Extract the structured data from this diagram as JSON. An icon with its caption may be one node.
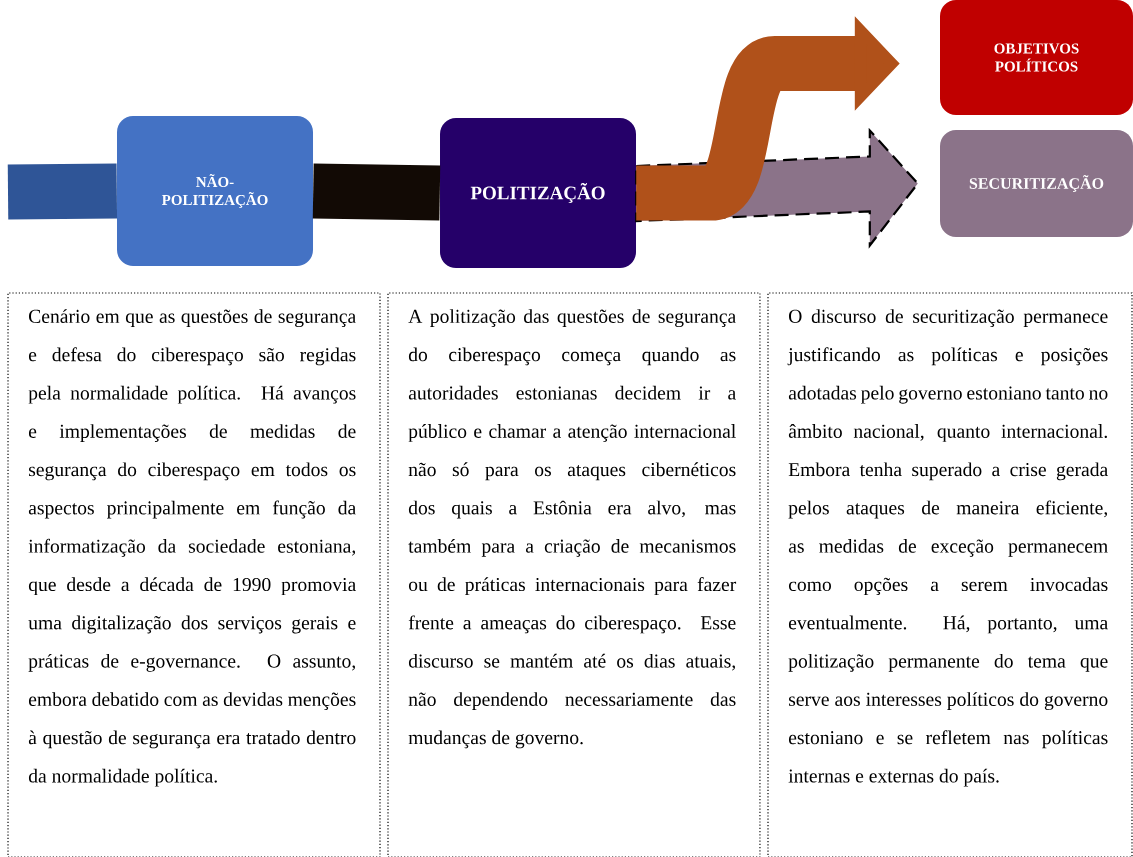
{
  "diagram": {
    "nodes": [
      {
        "text": [
          "NÃO-POLITIZAÇÃO"
        ]
      },
      {
        "text": [
          "POLITIZAÇÃO"
        ]
      },
      {
        "text": [
          "OBJETIVOS POLÍTICOS"
        ]
      },
      {
        "text": [
          "SECURITIZAÇÃO"
        ]
      },
      {
        "text": [
          "Cenário em que as questões de segurança e defesa do ciberespaço são regidas pela normalidade política. Há avanços e implementações de medidas de segurança do ciberespaço em todos os aspectos principalmente em função da informatização da sociedade estoniana, que desde a década de 1990 promovia uma digitalização dos serviços gerais e práticas de e-governance. O assunto, embora debatido com as devidas menções à questão de segurança era tratado dentro da normalidade política."
        ]
      },
      {
        "text": [
          "A politização das questões de segurança do ciberespaço começa quando as autoridades estonianas decidem ir a público e chamar a atenção internacional não só para os ataques cibernéticos dos quais a Estônia era alvo, mas também para a criação de mecanismos ou de práticas internacionais para fazer frente a ameaças do ciberespaço. Esse discurso se mantém até os dias atuais, não dependendo necessariamente das mudanças de governo."
        ]
      },
      {
        "text": [
          "O discurso de securitização permanece justificando as políticas e posições adotadas pelo governo estoniano tanto no âmbito nacional, quanto internacional. Embora tenha superado a crise gerada pelos ataques de maneira eficiente, as medidas de exceção permanecem como opções a serem invocadas eventualmente. Há, portanto, uma politização permanente do tema que serve aos interesses políticos do governo estoniano e se refletem nas políticas internas e externas do país."
        ]
      }
    ],
    "edges": [
      {
        "from": null,
        "to": 0,
        "arrow": "none",
        "color": "#2f5597"
      },
      {
        "from": 0,
        "to": 1,
        "arrow": "none",
        "color": "#120a05"
      },
      {
        "from": 1,
        "to": 2,
        "arrow": "to",
        "color": "#b0511a"
      },
      {
        "from": 1,
        "to": 3,
        "arrow": "to",
        "style": "dashed",
        "color": "#8b7389"
      }
    ]
  }
}
